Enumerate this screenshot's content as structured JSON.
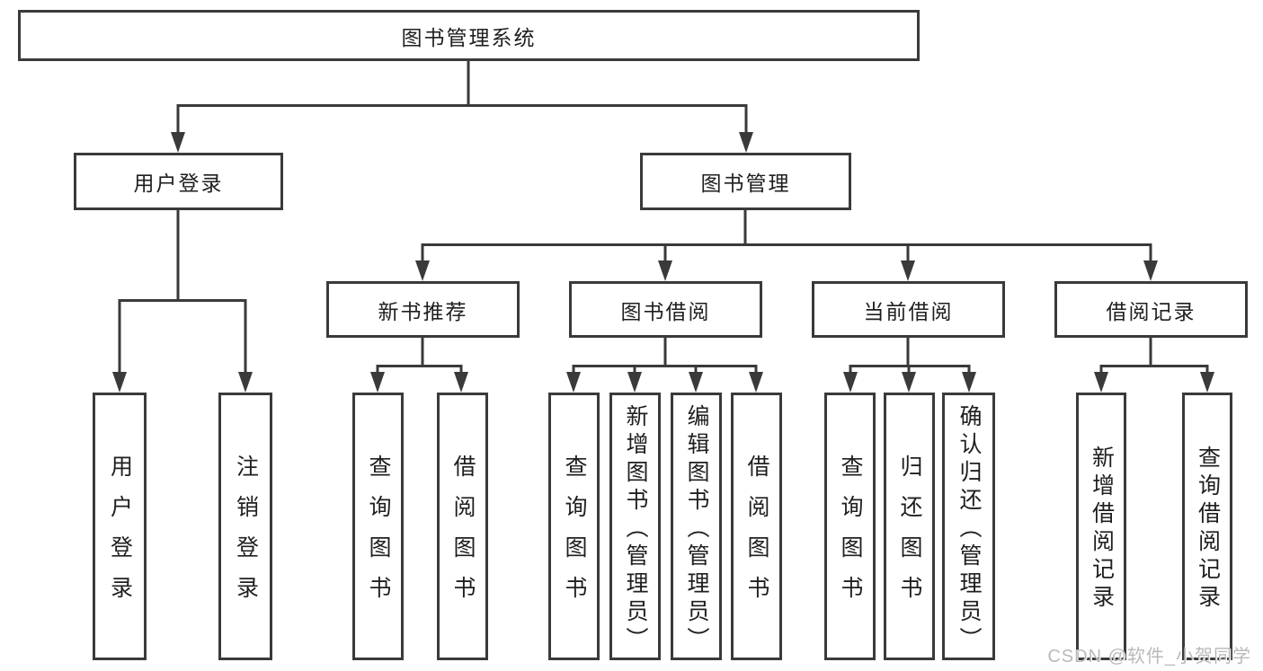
{
  "diagram_title": "图书管理系统",
  "tree": {
    "label": "图书管理系统",
    "children": [
      {
        "label": "用户登录",
        "children": [
          {
            "label": "用户登录"
          },
          {
            "label": "注销登录"
          }
        ]
      },
      {
        "label": "图书管理",
        "children": [
          {
            "label": "新书推荐",
            "children": [
              {
                "label": "查询图书"
              },
              {
                "label": "借阅图书"
              }
            ]
          },
          {
            "label": "图书借阅",
            "children": [
              {
                "label": "查询图书"
              },
              {
                "label": "新增图书（管理员）"
              },
              {
                "label": "编辑图书（管理员）"
              },
              {
                "label": "借阅图书"
              }
            ]
          },
          {
            "label": "当前借阅",
            "children": [
              {
                "label": "查询图书"
              },
              {
                "label": "归还图书"
              },
              {
                "label": "确认归还（管理员）"
              }
            ]
          },
          {
            "label": "借阅记录",
            "children": [
              {
                "label": "新增借阅记录"
              },
              {
                "label": "查询借阅记录"
              }
            ]
          }
        ]
      }
    ]
  },
  "watermark": {
    "text": "CSDN @软件_小贺同学"
  },
  "colors": {
    "line": "#3a3a3a",
    "node_border": "#3a3a3a",
    "node_fill": "#ffffff",
    "text": "#1f1f1f",
    "watermark": "#b9b9b9"
  }
}
